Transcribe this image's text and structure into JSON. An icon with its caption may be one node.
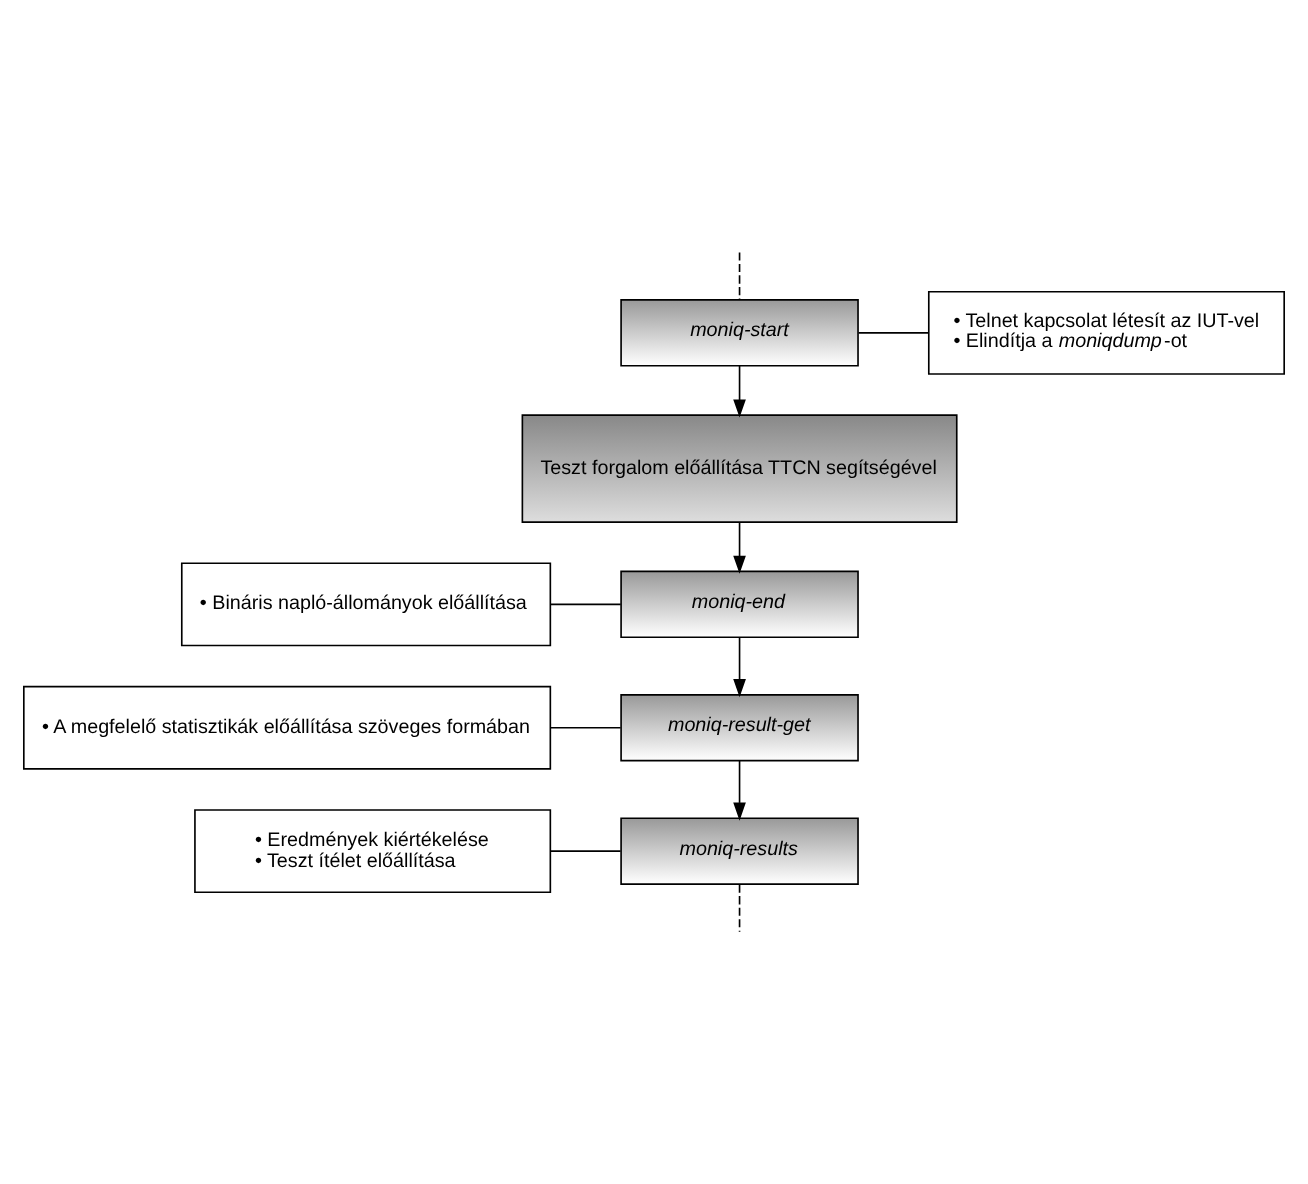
{
  "diagram": {
    "nodes": [
      {
        "text": [
          "moniq-start"
        ]
      },
      {
        "text": [
          "Teszt forgalom előállítása TTCN segítségével"
        ]
      },
      {
        "text": [
          "moniq-end"
        ]
      },
      {
        "text": [
          "moniq-result-get"
        ]
      },
      {
        "text": [
          "moniq-results"
        ]
      },
      {
        "text": [
          "• Telnet kapcsolat létesít az IUT-vel",
          "• Elindítja a *moniqdump*-ot"
        ]
      },
      {
        "text": [
          "• Bináris napló-állományok előállítása"
        ]
      },
      {
        "text": [
          "• A megfelelő statisztikák előállítása szöveges formában"
        ]
      },
      {
        "text": [
          "• Eredmények kiértékelése",
          "• Teszt ítélet előállítása"
        ]
      }
    ],
    "edges": [
      {
        "from": null,
        "to": 0,
        "arrow": "none",
        "style": "dashed"
      },
      {
        "from": 0,
        "to": 1,
        "arrow": "to"
      },
      {
        "from": 1,
        "to": 2,
        "arrow": "to"
      },
      {
        "from": 2,
        "to": 3,
        "arrow": "to"
      },
      {
        "from": 3,
        "to": 4,
        "arrow": "to"
      },
      {
        "from": 4,
        "to": null,
        "arrow": "none",
        "style": "dashed"
      },
      {
        "from": 5,
        "to": 0,
        "arrow": "none"
      },
      {
        "from": 6,
        "to": 2,
        "arrow": "none"
      },
      {
        "from": 7,
        "to": 3,
        "arrow": "none"
      },
      {
        "from": 8,
        "to": 4,
        "arrow": "none"
      }
    ]
  }
}
